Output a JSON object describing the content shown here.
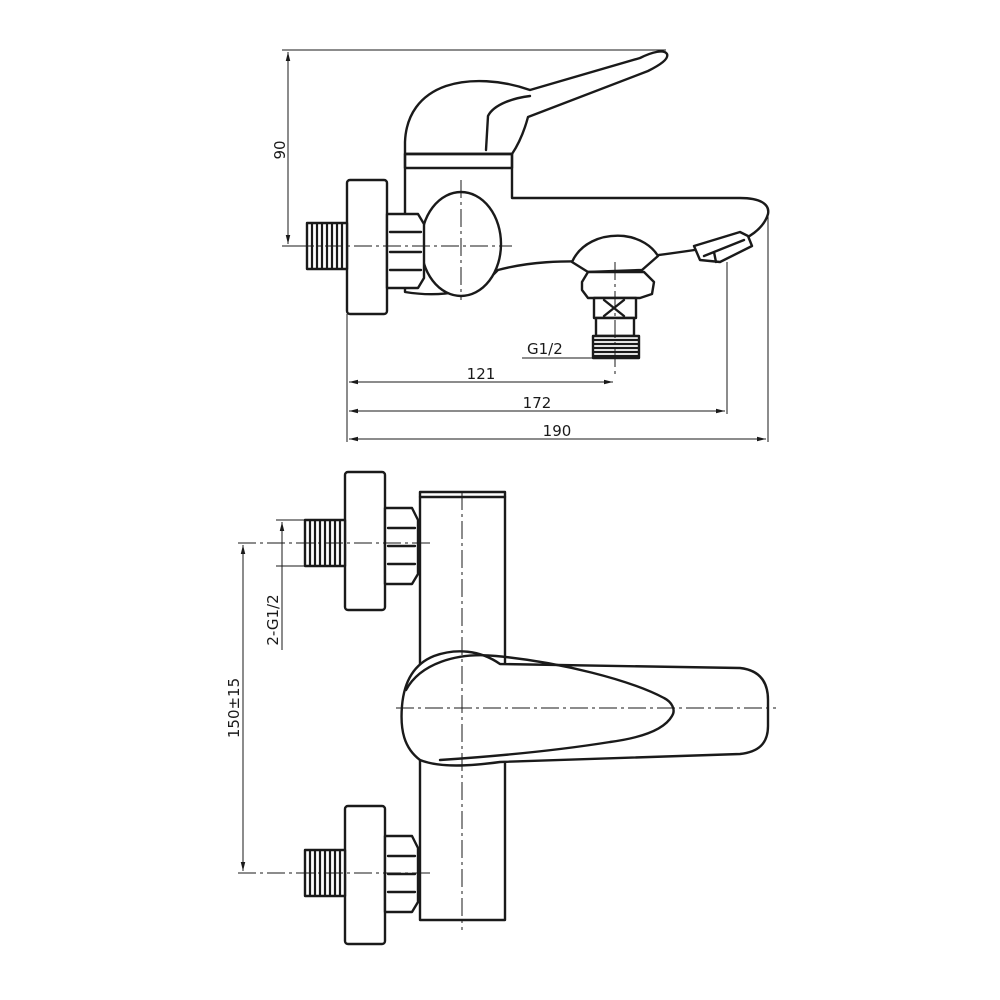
{
  "dimensions": {
    "height_top": "90",
    "outlet_thread": "G1/2",
    "length_outlet": "121",
    "length_spout": "172",
    "length_total": "190",
    "inlet_threads": "2-G1/2",
    "inlet_spacing": "150±15"
  },
  "views": [
    "side-view",
    "top-view"
  ]
}
